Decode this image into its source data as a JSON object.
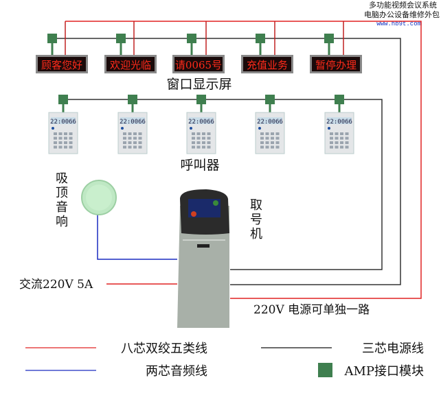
{
  "header": {
    "line1": "多功能视频会议系统",
    "line2": "电脑办公设备维修外包",
    "url": "www.hb9t.com"
  },
  "window_displays": {
    "label": "窗口显示屏",
    "screens": [
      "顾客您好",
      "欢迎光临",
      "请0065号",
      "充值业务",
      "暂停办理"
    ]
  },
  "callers": {
    "label": "呼叫器",
    "display_text": "22:0066",
    "count": 5
  },
  "speaker_label": "吸顶音响",
  "kiosk_label": "取号机",
  "power_input_label": "交流220V 5A",
  "power_note": "220V 电源可单独一路",
  "legend": [
    {
      "label": "八芯双绞五类线",
      "color": "#e02020",
      "kind": "line"
    },
    {
      "label": "三芯电源线",
      "color": "#111111",
      "kind": "line"
    },
    {
      "label": "两芯音频线",
      "color": "#1a2ac0",
      "kind": "line"
    },
    {
      "label": "AMP接口模块",
      "color": "#3f7f4f",
      "kind": "square"
    }
  ],
  "colors": {
    "cat5": "#e02020",
    "power": "#333333",
    "audio": "#1a2ac0",
    "amp": "#3f7f4f",
    "led_text": "#ff2a1a"
  }
}
